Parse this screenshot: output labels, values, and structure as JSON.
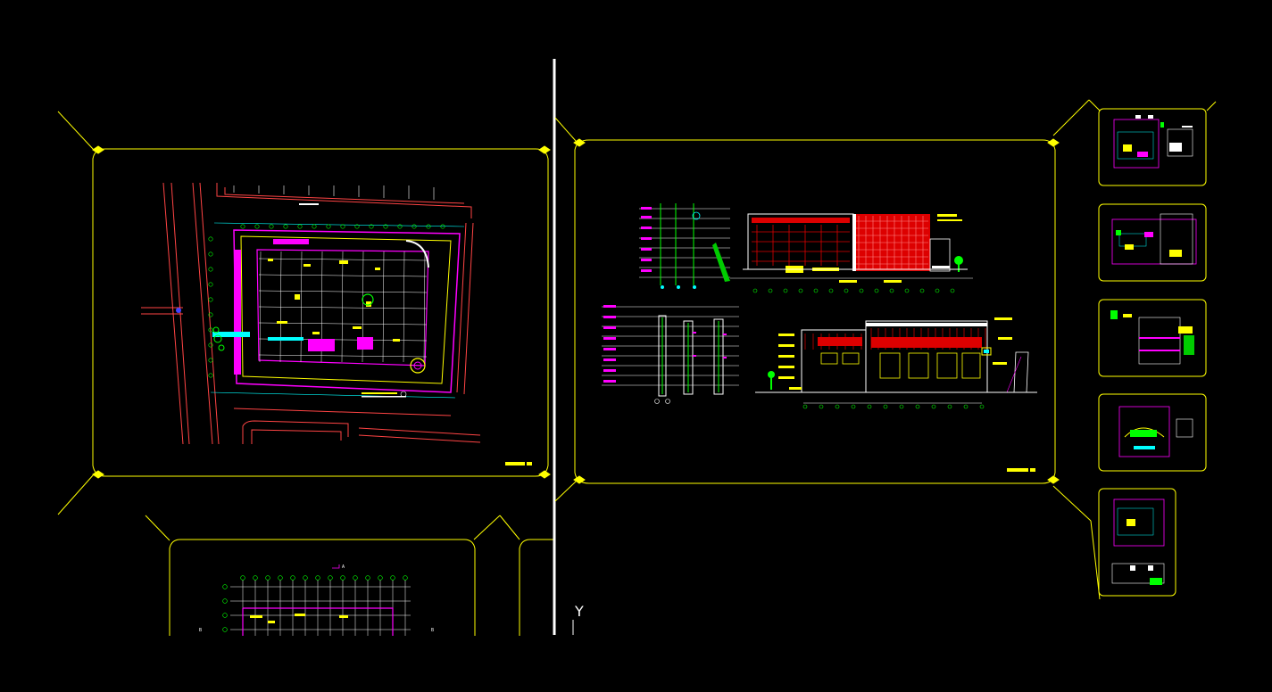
{
  "app": {
    "title": "",
    "viewport_background": "#000000"
  },
  "colors": {
    "sheet_border": "#ffff00",
    "divider": "#ffffff",
    "wall_magenta": "#ff00ff",
    "grid_cyan": "#00ffff",
    "road_red": "#ff3333",
    "tree_green": "#00ff00",
    "facade_red": "#dd0000",
    "white": "#ffffff"
  },
  "drawing": {
    "ucs_icon_label": "Y",
    "title_blocks": [
      {
        "id": "sheet-site-plan",
        "label": ""
      },
      {
        "id": "sheet-elevations",
        "label": ""
      }
    ],
    "plan_markers": {
      "section_mark": "A",
      "grid_left": "B",
      "grid_right": "B"
    },
    "thumbnails": [
      {
        "id": "thumb-1"
      },
      {
        "id": "thumb-2"
      },
      {
        "id": "thumb-3"
      },
      {
        "id": "thumb-4"
      },
      {
        "id": "thumb-5"
      }
    ]
  }
}
